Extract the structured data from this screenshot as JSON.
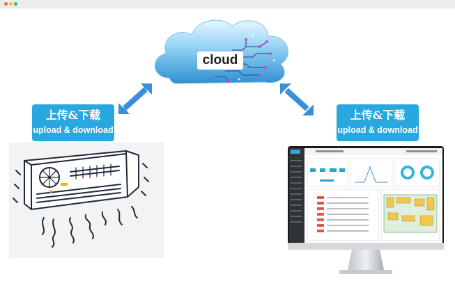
{
  "cloud": {
    "label": "cloud"
  },
  "left_badge": {
    "zh": "上传&下载",
    "en": "upload & download"
  },
  "right_badge": {
    "zh": "上传&下载",
    "en": "upload & download"
  },
  "colors": {
    "badge": "#29a8e0",
    "arrow": "#3a8fd8",
    "cloud": "#5cb6e6"
  },
  "icons": [
    "air-conditioner-illustration",
    "monitor-dashboard-screenshot",
    "cloud-circuit-graphic",
    "double-arrow-icon"
  ]
}
